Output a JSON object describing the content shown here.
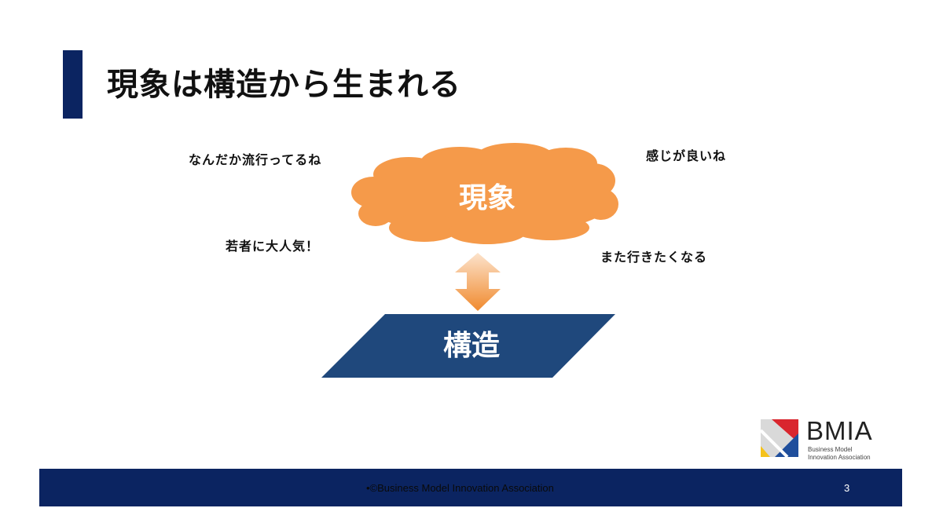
{
  "slide": {
    "title": "現象は構造から生まれる",
    "comments": [
      "なんだか流行ってるね",
      "感じが良いね",
      "若者に大人気！",
      "また行きたくなる"
    ],
    "cloud_label": "現象",
    "structure_label": "構造"
  },
  "logo": {
    "name": "BMIA",
    "subtitle_line1": "Business Model",
    "subtitle_line2": "Innovation Association"
  },
  "footer": {
    "text": "•©Business Model Innovation Association",
    "page_number": "3"
  },
  "colors": {
    "navy": "#0B2461",
    "orange": "#F59A4A",
    "structure": "#1F487C"
  }
}
